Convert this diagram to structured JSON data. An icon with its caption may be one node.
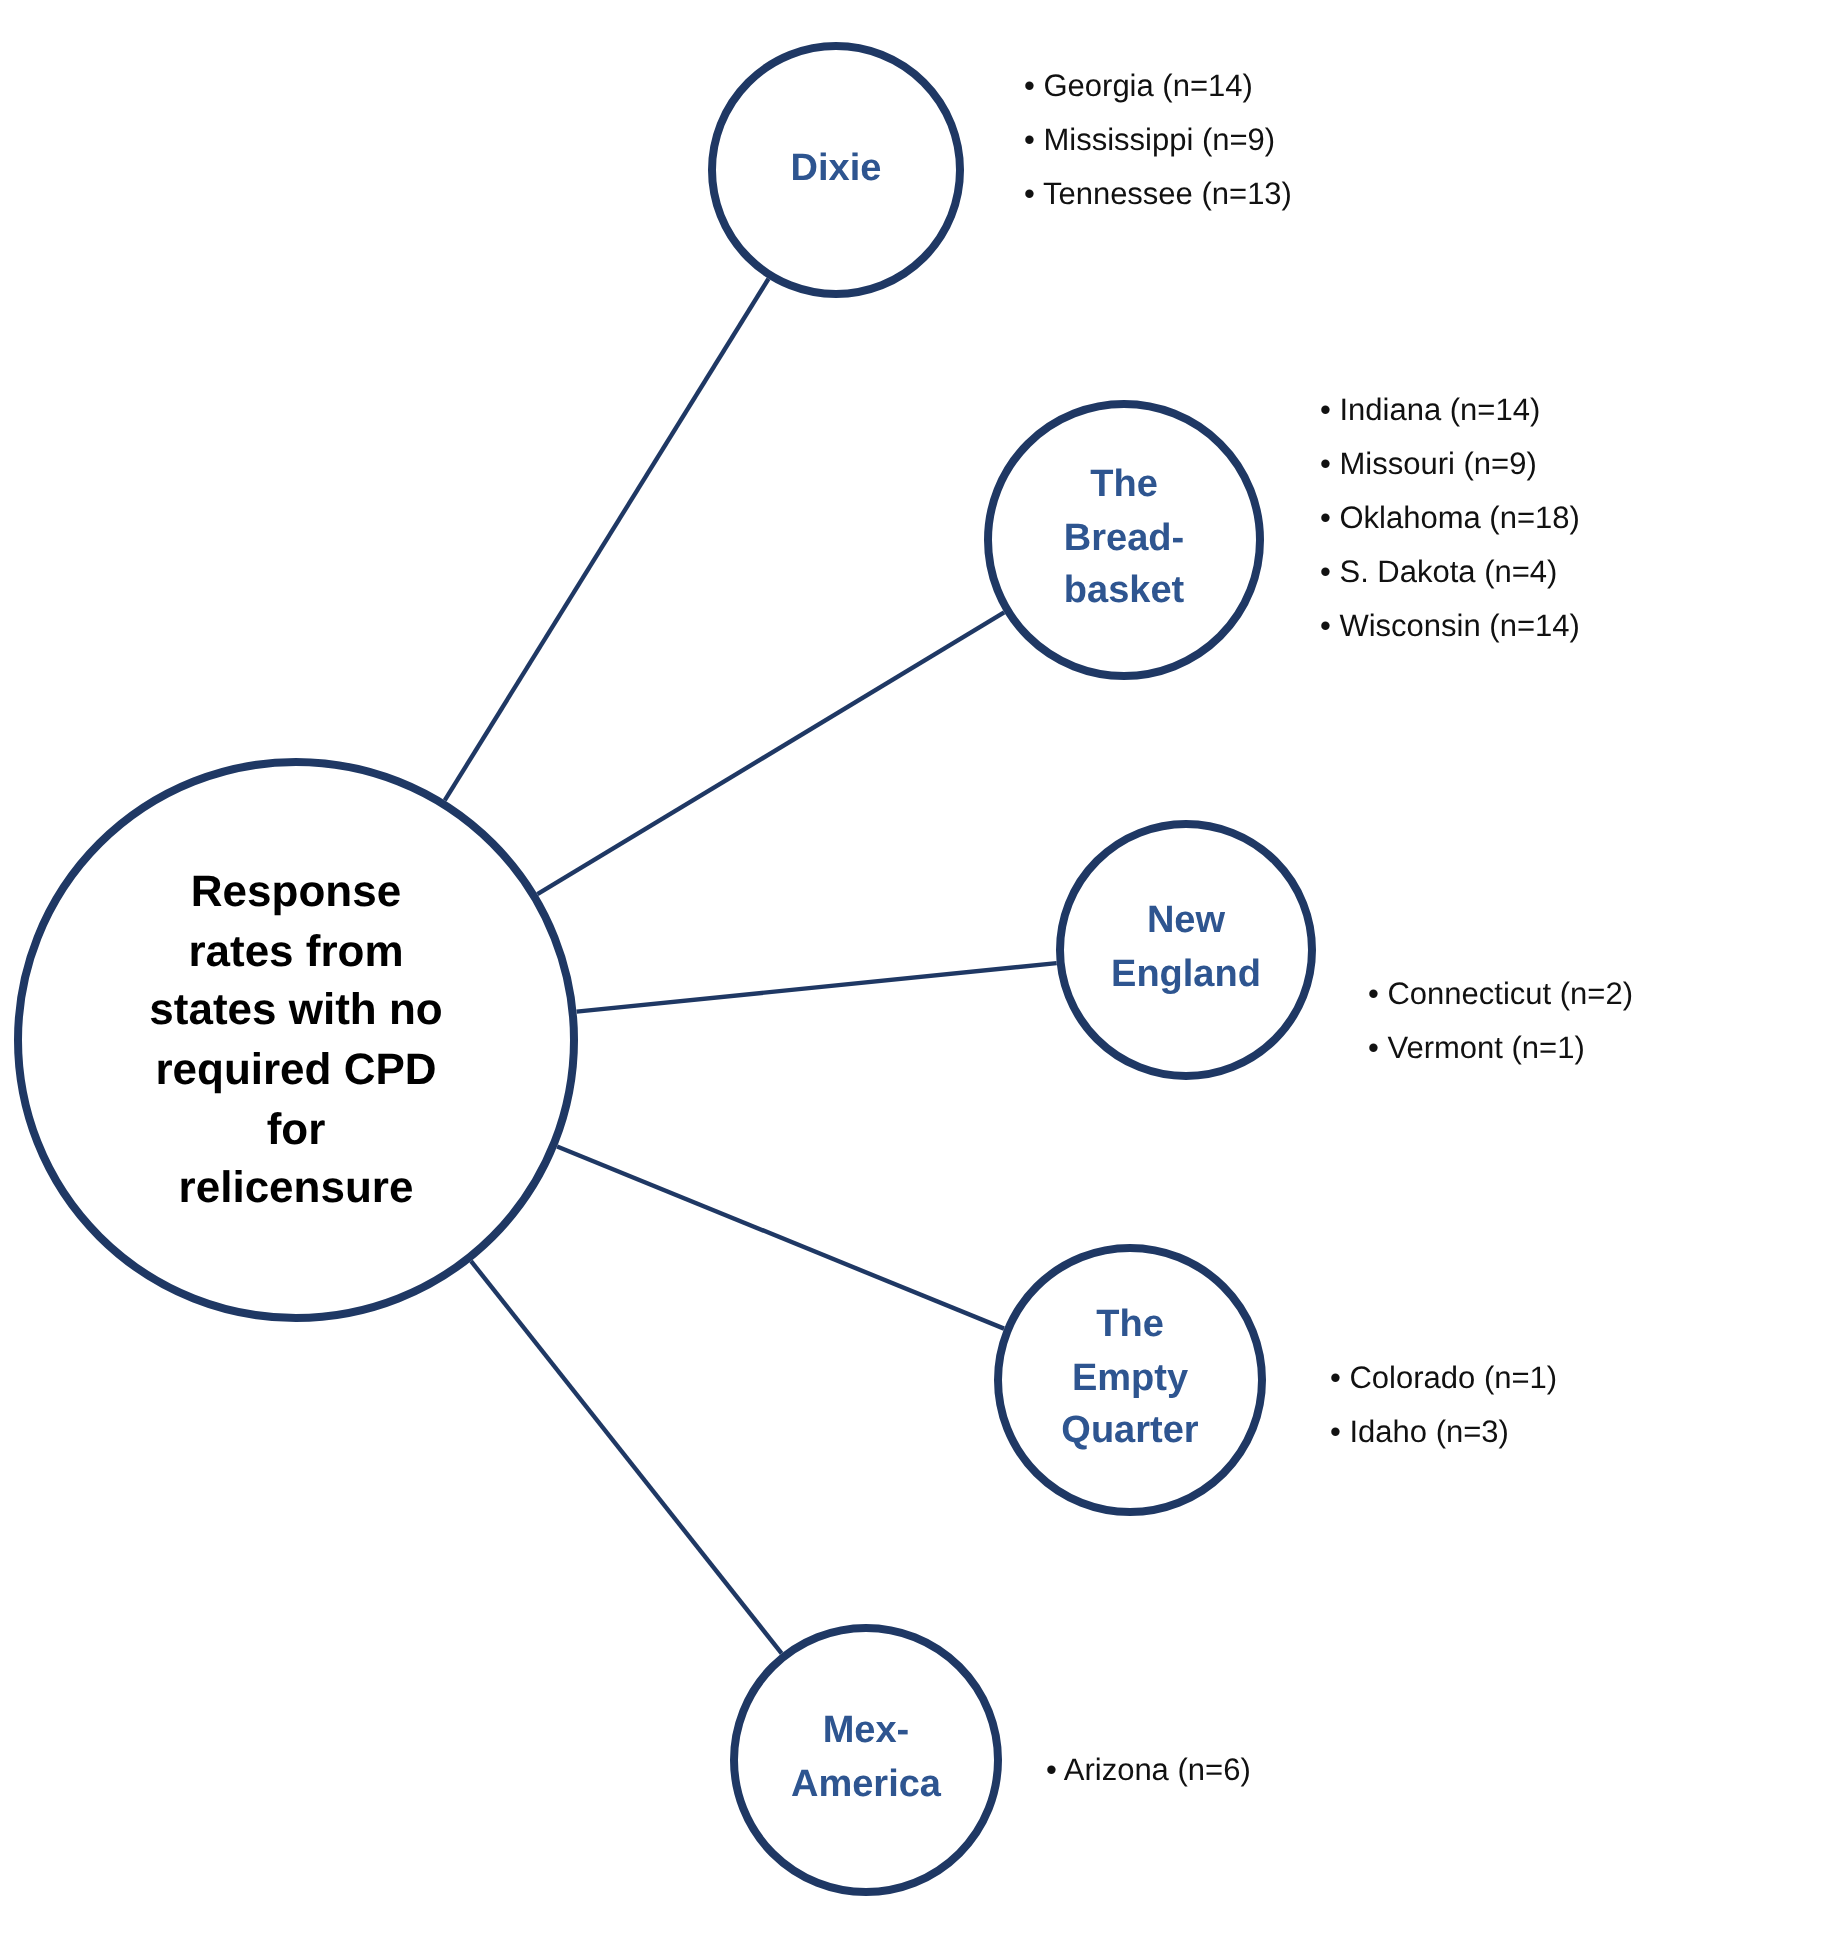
{
  "diagram": {
    "nodes": [
      {
        "text": [
          "Response rates from states with no required CPD for relicensure"
        ]
      },
      {
        "text": [
          "Dixie"
        ],
        "beside": [
          "• Georgia (n=14)",
          "• Mississippi (n=9)",
          "• Tennessee (n=13)"
        ]
      },
      {
        "text": [
          "The Bread-basket"
        ],
        "beside": [
          "• Indiana (n=14)",
          "• Missouri (n=9)",
          "• Oklahoma (n=18)",
          "• S. Dakota (n=4)",
          "• Wisconsin (n=14)"
        ]
      },
      {
        "text": [
          "New England"
        ],
        "beside": [
          "• Connecticut (n=2)",
          "• Vermont (n=1)"
        ]
      },
      {
        "text": [
          "The Empty Quarter"
        ],
        "beside": [
          "• Colorado (n=1)",
          "• Idaho (n=3)"
        ]
      },
      {
        "text": [
          "Mex-America"
        ],
        "beside": [
          "• Arizona (n=6)"
        ]
      }
    ],
    "edges": [
      {
        "from": 0,
        "to": 1,
        "arrow": "none"
      },
      {
        "from": 0,
        "to": 2,
        "arrow": "none"
      },
      {
        "from": 0,
        "to": 3,
        "arrow": "none"
      },
      {
        "from": 0,
        "to": 4,
        "arrow": "none"
      },
      {
        "from": 0,
        "to": 5,
        "arrow": "none"
      }
    ]
  }
}
